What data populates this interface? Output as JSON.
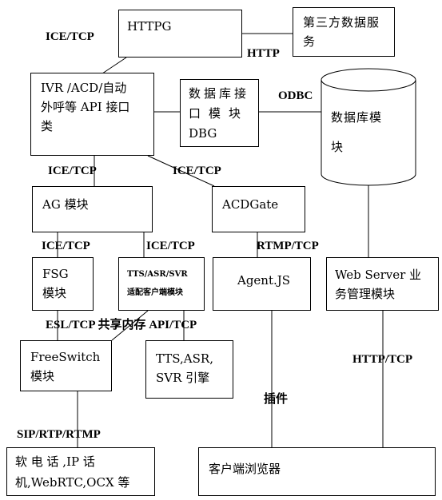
{
  "nodes": {
    "httpg": "HTTPG",
    "third_party": [
      "第三方数据服",
      "务"
    ],
    "ivr": [
      "IVR /ACD/自动",
      "外呼等 API 接口",
      "类"
    ],
    "dbg": [
      "数据库接",
      "口模块",
      "DBG"
    ],
    "database": [
      "数据库模",
      "块"
    ],
    "ag": "AG 模块",
    "acdgate": "ACDGate",
    "fsg": [
      "FSG",
      "模块"
    ],
    "tts_adapter": [
      "TTS/ASR/SVR",
      "适配客户端模块"
    ],
    "agentjs": "Agent.JS",
    "web_server": [
      "Web Server 业",
      "务管理模块"
    ],
    "freeswitch": [
      "FreeSwitch",
      "模块"
    ],
    "engine": [
      "TTS,ASR,",
      "SVR 引擎"
    ],
    "softphone": [
      "软 电 话 ,IP  话",
      "机,WebRTC,OCX 等"
    ],
    "browser": "客户端浏览器"
  },
  "edges": {
    "httpg_ivr": "ICE/TCP",
    "httpg_third": "HTTP",
    "dbg_db": "ODBC",
    "ivr_ag": "ICE/TCP",
    "ivr_acdgate": "ICE/TCP",
    "ag_fsg": "ICE/TCP",
    "ag_tts": "ICE/TCP",
    "acdgate_agentjs": "RTMP/TCP",
    "fsg_freeswitch": "ESL/TCP 共享内存 API/TCP",
    "web_browser": "HTTP/TCP",
    "agentjs_browser": "插件",
    "freeswitch_softphone": "SIP/RTP/RTMP"
  }
}
